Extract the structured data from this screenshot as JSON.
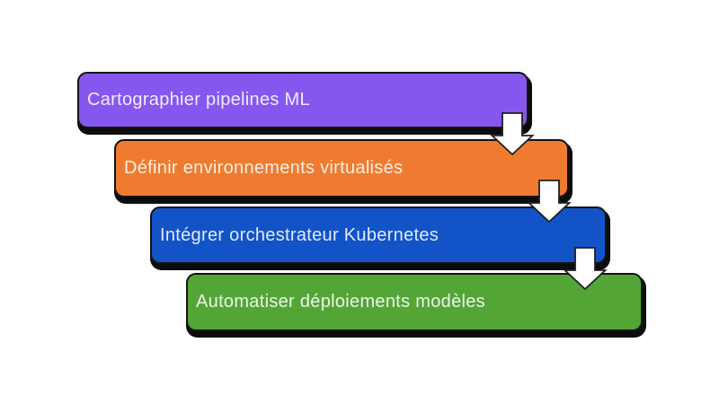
{
  "diagram": {
    "type": "cascade-process",
    "background_color": "#ffffff",
    "border_color": "#141414",
    "shadow_color": "#0c0c0c",
    "label_color": "#ffffff",
    "steps": [
      {
        "label": "Cartographier pipelines ML",
        "color": "#8657ef"
      },
      {
        "label": "Définir environnements virtualisés",
        "color": "#ef7b30"
      },
      {
        "label": "Intégrer orchestrateur Kubernetes",
        "color": "#1254c8"
      },
      {
        "label": "Automatiser déploiements modèles",
        "color": "#53a636"
      }
    ],
    "connector": {
      "name": "down-arrow",
      "fill_color": "#ffffff",
      "outline_color": "#1f1f1f"
    }
  }
}
